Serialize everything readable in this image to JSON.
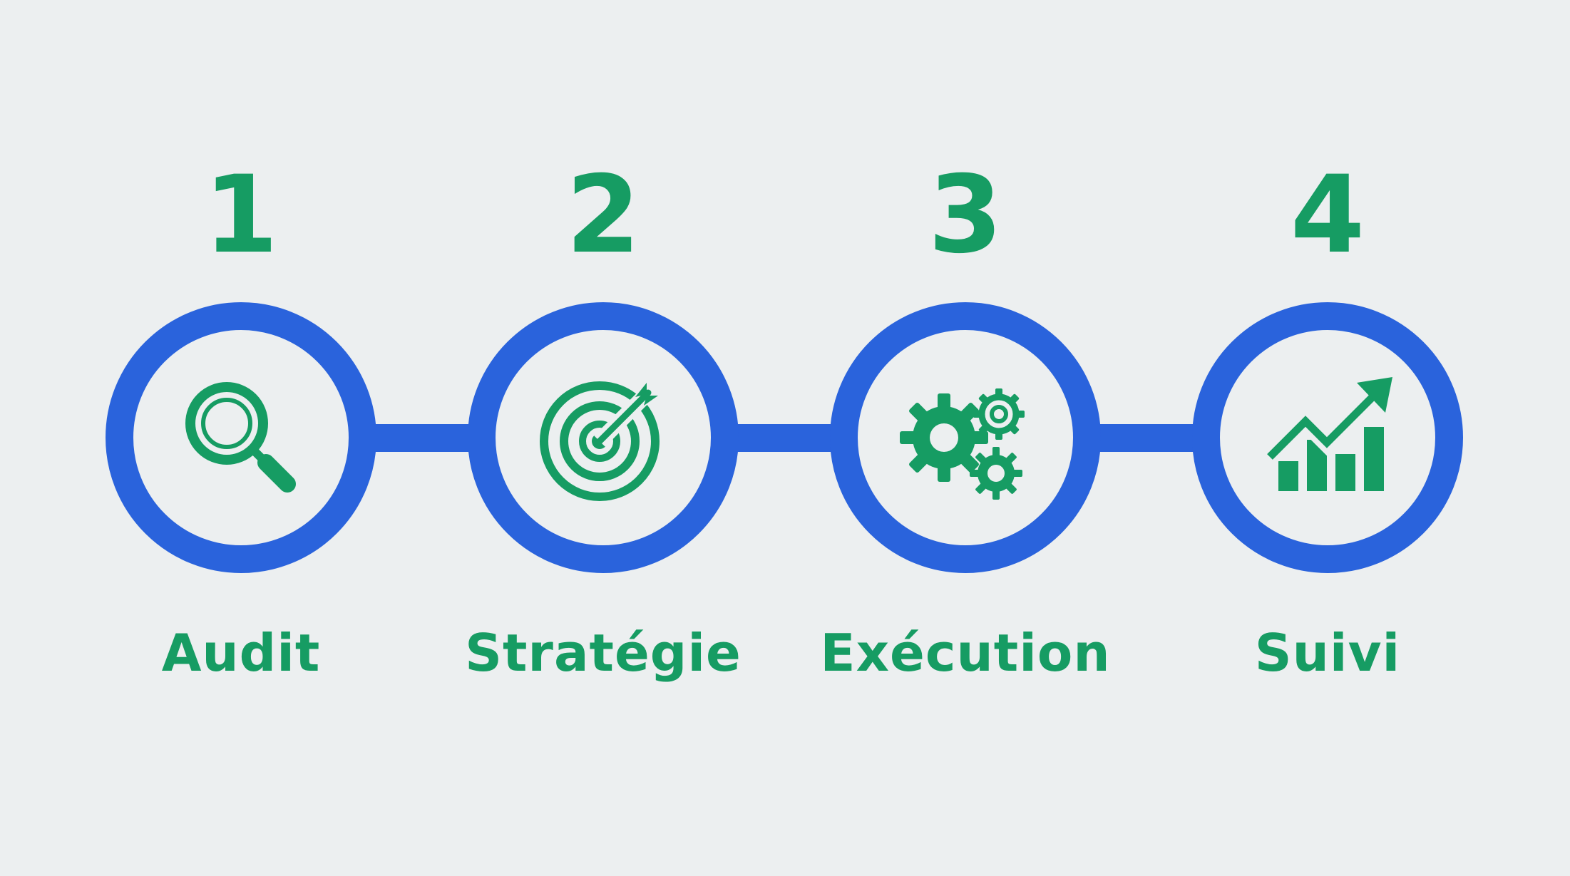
{
  "colors": {
    "accent_green": "#169c63",
    "ring_blue": "#2a63dc",
    "background": "#eceff0"
  },
  "steps": [
    {
      "number": "1",
      "label": "Audit",
      "icon": "magnifying-glass-icon"
    },
    {
      "number": "2",
      "label": "Stratégie",
      "icon": "target-arrow-icon"
    },
    {
      "number": "3",
      "label": "Exécution",
      "icon": "gears-icon"
    },
    {
      "number": "4",
      "label": "Suivi",
      "icon": "growth-chart-icon"
    }
  ]
}
